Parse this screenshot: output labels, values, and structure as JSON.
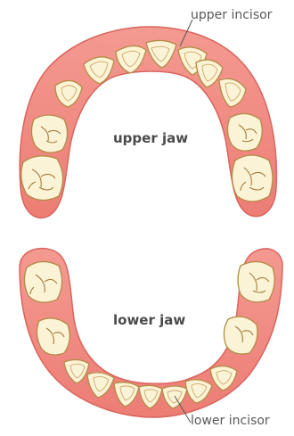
{
  "labels": {
    "upper_jaw": "upper jaw",
    "lower_jaw": "lower jaw",
    "upper_incisor": "upper incisor",
    "lower_incisor": "lower incisor"
  },
  "colors": {
    "gum": "#f0877f",
    "gum_edge": "#d9655e",
    "tooth": "#fbf3d6",
    "tooth_edge": "#b48b48",
    "leader": "#555555"
  }
}
